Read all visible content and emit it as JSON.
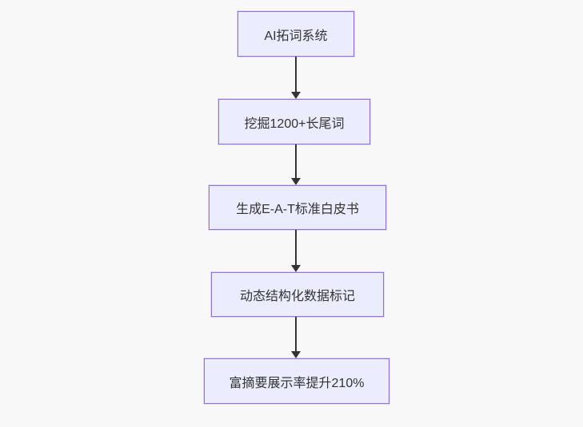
{
  "flowchart": {
    "type": "flowchart-vertical",
    "nodes": [
      {
        "id": "A",
        "label": "AI拓词系统"
      },
      {
        "id": "B",
        "label": "挖掘1200+长尾词"
      },
      {
        "id": "C",
        "label": "生成E-A-T标准白皮书"
      },
      {
        "id": "D",
        "label": "动态结构化数据标记"
      },
      {
        "id": "E",
        "label": "富摘要展示率提升210%"
      }
    ],
    "edges": [
      {
        "from": "A",
        "to": "B",
        "style": "arrow-down"
      },
      {
        "from": "B",
        "to": "C",
        "style": "arrow-down"
      },
      {
        "from": "C",
        "to": "D",
        "style": "arrow-down"
      },
      {
        "from": "D",
        "to": "E",
        "style": "arrow-down"
      }
    ],
    "colors": {
      "background": "#f8f8f8",
      "node_fill": "#ECECFF",
      "node_border": "#9370DB",
      "arrow": "#333333",
      "text": "#333333"
    }
  }
}
